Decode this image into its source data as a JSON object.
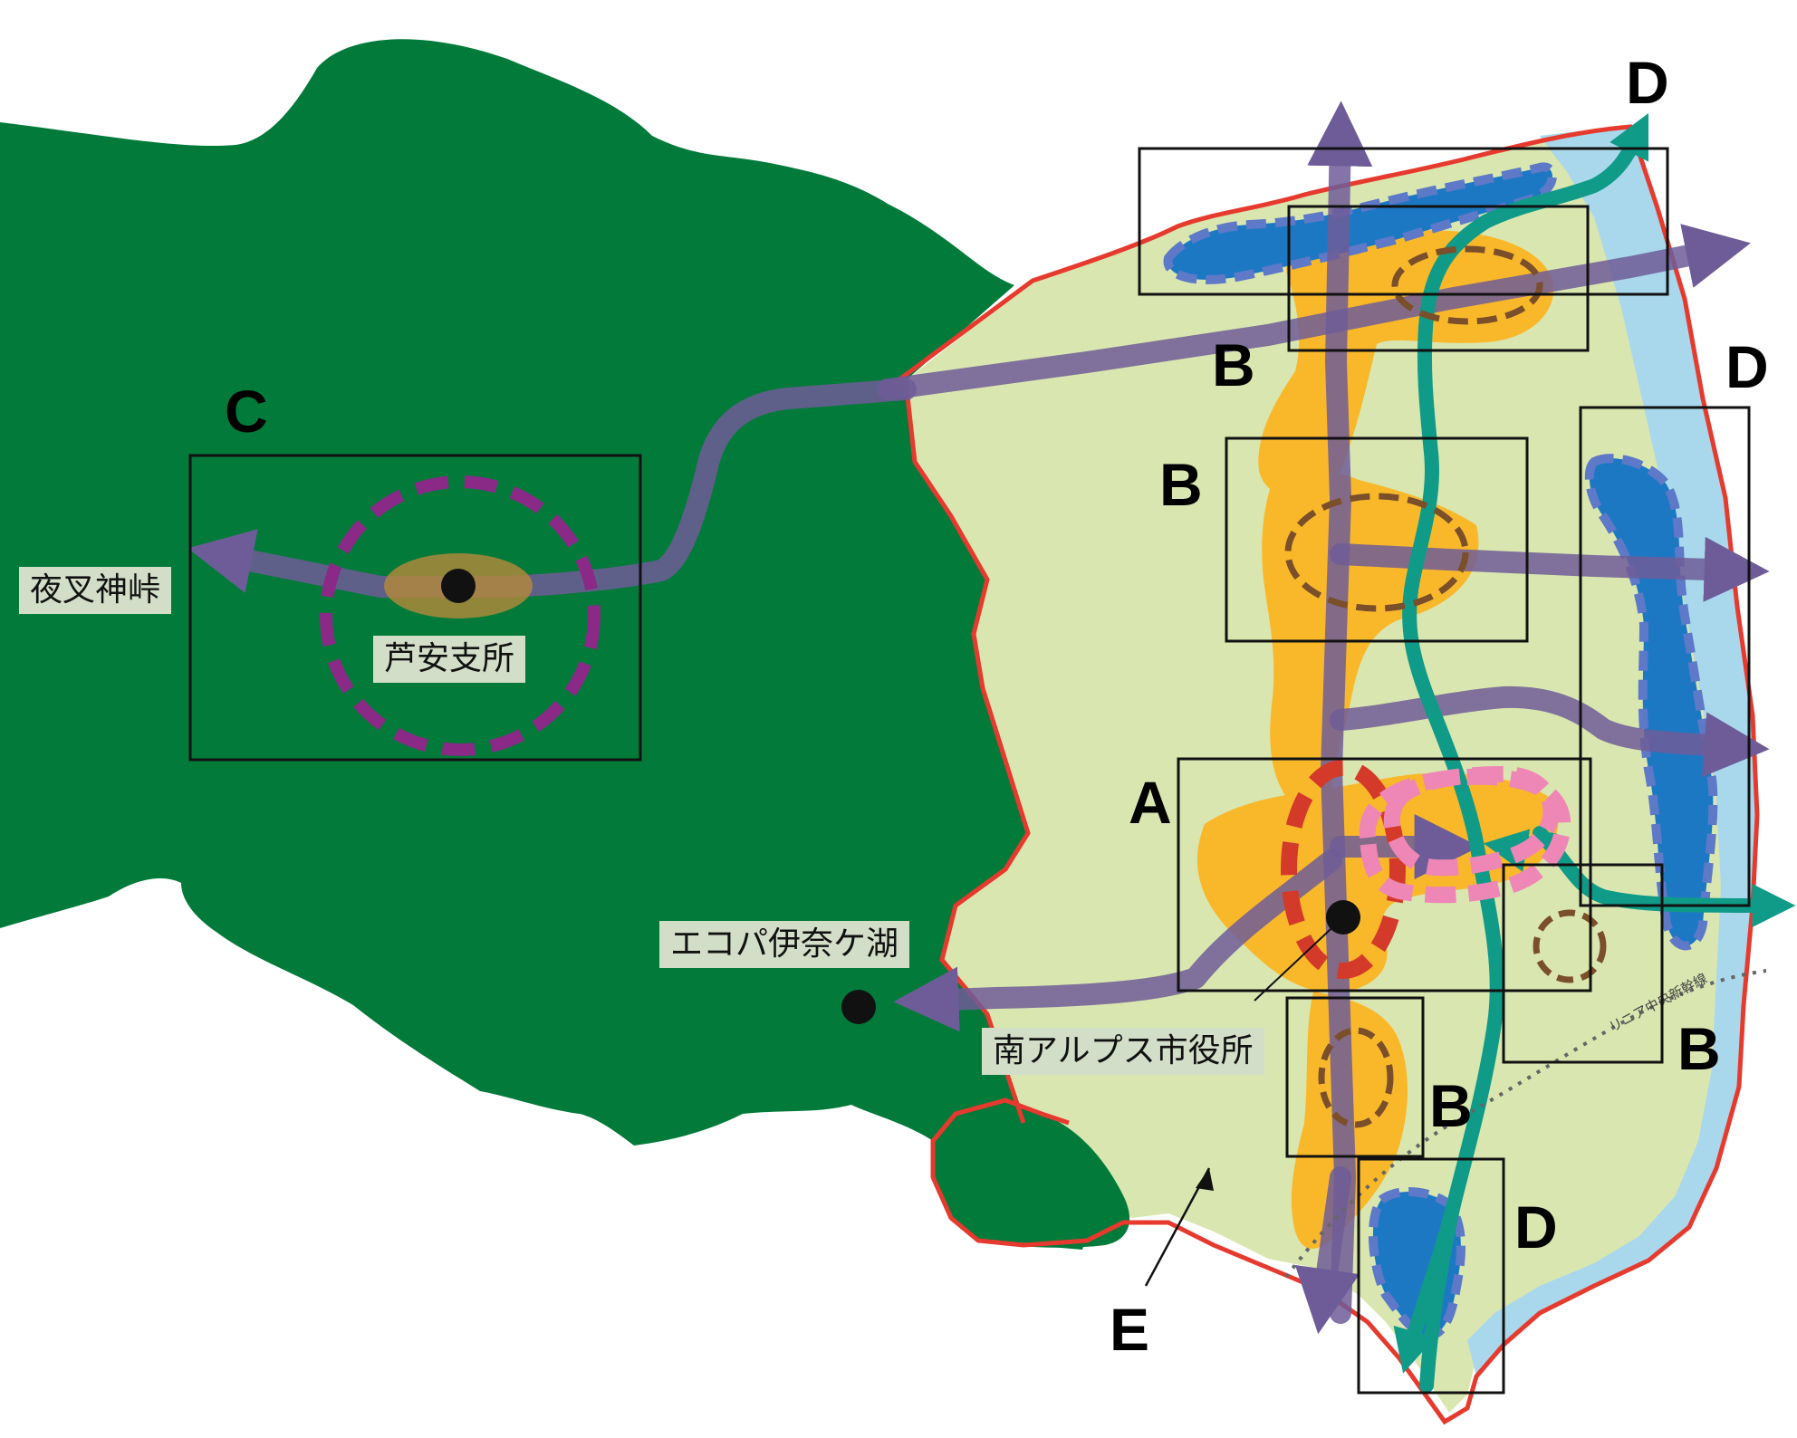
{
  "places": {
    "yashajin": "夜叉神峠",
    "ashiyasu": "芦安支所",
    "ecopa": "エコパ伊奈ケ湖",
    "city_hall": "南アルプス市役所",
    "rail_line": "リニア中央新幹線"
  },
  "zones": {
    "A": "A",
    "B": "B",
    "C": "C",
    "D": "D",
    "E": "E"
  },
  "colors": {
    "forest": "#027a3a",
    "plain": "#d9e6b0",
    "river": "#a9d8ec",
    "boundary": "#e63a2e",
    "road": "#6e5c98",
    "green_route": "#109a88",
    "urban": "#f9b82a",
    "water": "#1d78c4",
    "core_ring": "#d43a2a",
    "pink_ring": "#ee86b6",
    "local_ring": "#7a4f2a",
    "ashiyasu_ring": "#8a2a86",
    "box": "#111111"
  }
}
